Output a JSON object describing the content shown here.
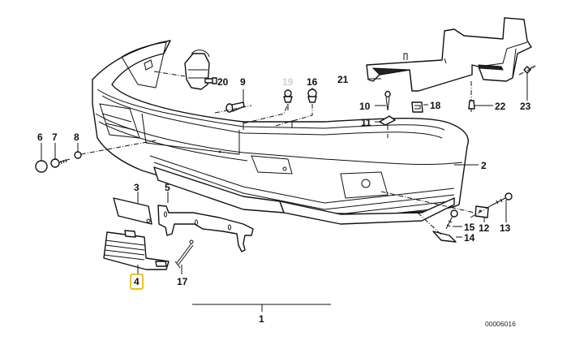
{
  "diagram": {
    "title": "Front bumper parts diagram",
    "drawing_number": "00006016",
    "highlight_color": "#f2c200",
    "dim_label_color": "#d0d0d0",
    "selected_part": "4",
    "assembly_label": "1",
    "callouts": [
      {
        "id": "1",
        "part": "Bumper assembly",
        "state": "normal"
      },
      {
        "id": "2",
        "part": "Bumper cover",
        "state": "normal"
      },
      {
        "id": "3",
        "part": "Cover cap",
        "state": "normal"
      },
      {
        "id": "4",
        "part": "Grille insert",
        "state": "highlighted"
      },
      {
        "id": "5",
        "part": "Bracket",
        "state": "normal"
      },
      {
        "id": "6",
        "part": "Cap",
        "state": "normal"
      },
      {
        "id": "7",
        "part": "Screw",
        "state": "normal"
      },
      {
        "id": "8",
        "part": "Washer",
        "state": "normal"
      },
      {
        "id": "9",
        "part": "Expanding rivet",
        "state": "normal"
      },
      {
        "id": "10",
        "part": "Screw",
        "state": "normal"
      },
      {
        "id": "11",
        "part": "Nut",
        "state": "normal"
      },
      {
        "id": "12",
        "part": "Clip nut",
        "state": "normal"
      },
      {
        "id": "13",
        "part": "Screw",
        "state": "normal"
      },
      {
        "id": "14",
        "part": "Cover",
        "state": "normal"
      },
      {
        "id": "15",
        "part": "Screw",
        "state": "normal"
      },
      {
        "id": "16",
        "part": "Clip",
        "state": "normal"
      },
      {
        "id": "17",
        "part": "Wire",
        "state": "normal"
      },
      {
        "id": "18",
        "part": "Clip",
        "state": "normal"
      },
      {
        "id": "19",
        "part": "Clip",
        "state": "dimmed"
      },
      {
        "id": "20",
        "part": "Screw",
        "state": "normal"
      },
      {
        "id": "21",
        "part": "Air duct",
        "state": "normal"
      },
      {
        "id": "22",
        "part": "Expanding rivet",
        "state": "normal"
      },
      {
        "id": "23",
        "part": "Screw",
        "state": "normal"
      }
    ]
  }
}
